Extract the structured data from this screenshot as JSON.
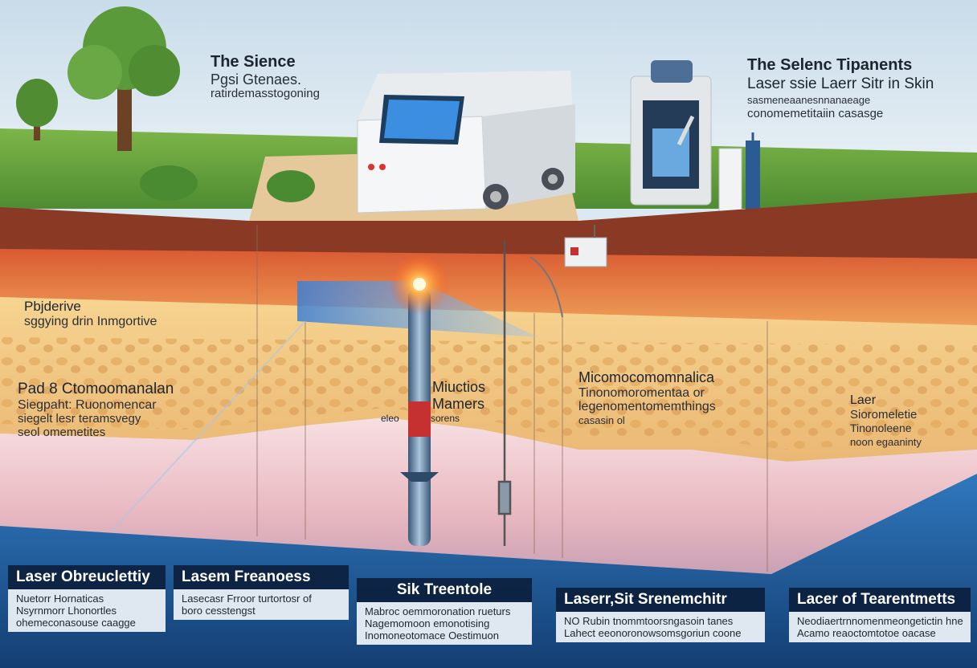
{
  "top_left_label": {
    "title": "The Sience",
    "line1": "Pgsi Gtenaes.",
    "line2": "ratirdemasstogoning"
  },
  "top_right_label": {
    "title": "The Selenc Tipanents",
    "line1": "Laser ssie Laerr Sitr in Skin",
    "line2": "sasmeneaanesnnanaeage",
    "line3": "conomemetitaiin casasge"
  },
  "layer_label_1": {
    "title": "Pbjderive",
    "line1": "sggying drin Inmgortive"
  },
  "layer_label_2": {
    "title": "Pad 8 Ctomoomanalan",
    "line1": "Siegpaht: Ruonomencar",
    "line2": "siegelt lesr teramsvegy",
    "line3": "seol omemetites"
  },
  "center_label": {
    "title": "Miuctios",
    "line1": "Mamers",
    "line2a": "eleo",
    "line2b": "sorens"
  },
  "center_right_label": {
    "title": "Micomocomomnalica",
    "line1": "Tinonomoromentaa or",
    "line2": "legenomentomemthings",
    "line3": "casasin ol"
  },
  "right_label": {
    "title": "Laer",
    "line1": "Sioromeletie",
    "line2": "Tinonoleene",
    "line3": "noon egaaninty"
  },
  "panels": [
    {
      "heading": "Laser Obreuclettiy",
      "line1": "Nuetorr Hornaticas",
      "line2": "Nsyrnmorr Lhonortles",
      "line3": "ohemeconasouse caagge"
    },
    {
      "heading": "Lasem Freanoess",
      "line1": "Lasecasr Frroor turtortosr of",
      "line2": "boro cesstengst"
    },
    {
      "heading": "Sik Treentole",
      "line1": "Mabroc oemmoronation rueturs",
      "line2": "Nagemomoon emonotising",
      "line3": "Inomoneotomace Oestimuon"
    },
    {
      "heading": "Laserr,Sit Srenemchitr",
      "line1": "NO Rubin tnommtoorsngasoin tanes",
      "line2": "Lahect eeonoronowsomsgoriun coone"
    },
    {
      "heading": "Lacer of Tearentmetts",
      "line1": "Neodiaertrnnomenmeongetictin hne",
      "line2": "Acamo reaoctomtotoe oacase"
    }
  ],
  "colors": {
    "sky": "#dbe9f3",
    "grass": "#5e9e3c",
    "soil": "#8a3a24",
    "epidermis": "#e0773f",
    "dermis": "#f1c47f",
    "deep_tissue": "#f4d3d8",
    "water": "#2563a6",
    "laser": "#ff6a2a",
    "panel": "#0c203e"
  },
  "icons": [
    "tree-icon",
    "bush-icon",
    "laser-machine-icon",
    "treatment-device-icon",
    "laser-probe-icon",
    "laser-beam-icon",
    "sensor-box-icon"
  ]
}
